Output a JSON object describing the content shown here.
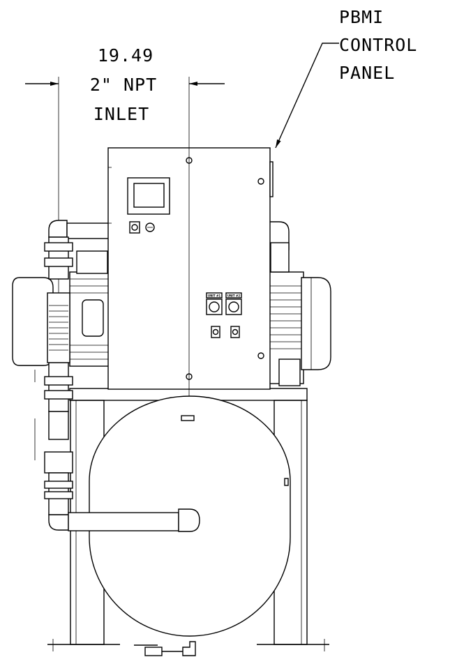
{
  "dimension": {
    "value": "19.49",
    "line1": "2\" NPT",
    "line2": "INLET"
  },
  "callout": {
    "line1": "PBMI",
    "line2": "CONTROL",
    "line3": "PANEL"
  },
  "panel_labels": {
    "unit1": "UNIT #1",
    "unit2": "UNIT #2"
  }
}
